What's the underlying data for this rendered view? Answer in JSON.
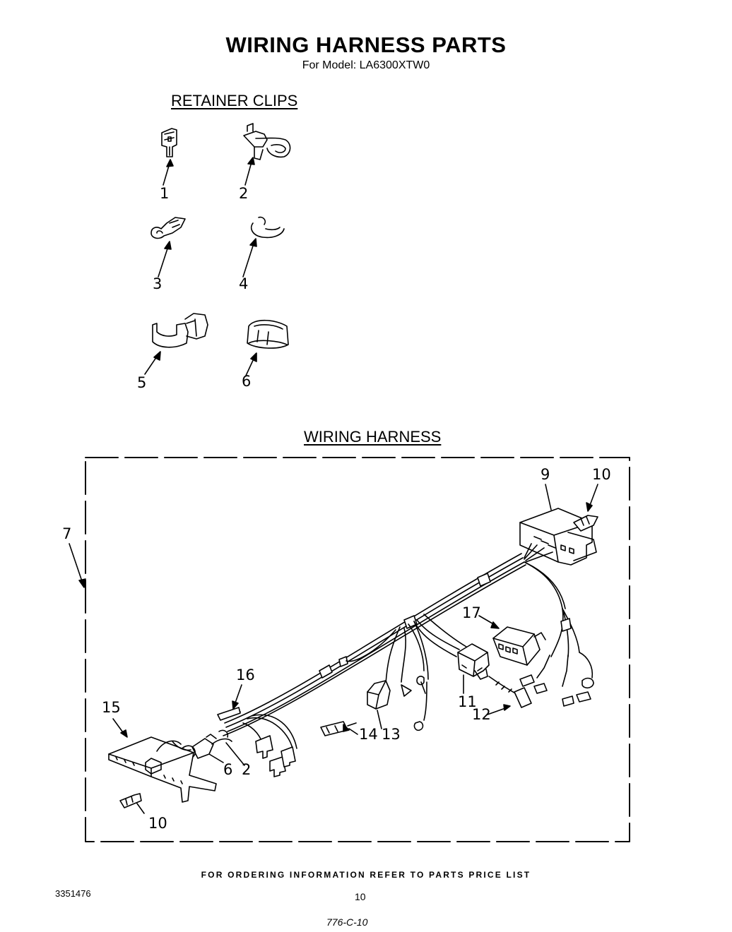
{
  "header": {
    "title": "WIRING HARNESS PARTS",
    "subtitle": "For Model: LA6300XTW0"
  },
  "sections": {
    "retainer_clips": "RETAINER CLIPS",
    "wiring_harness": "WIRING HARNESS"
  },
  "clip_callouts": [
    "1",
    "2",
    "3",
    "4",
    "5",
    "6"
  ],
  "harness_callouts": {
    "c7": "7",
    "c9": "9",
    "c10a": "10",
    "c17": "17",
    "c16": "16",
    "c15": "15",
    "c11": "11",
    "c12": "12",
    "c14": "14",
    "c13": "13",
    "c6": "6",
    "c2": "2",
    "c10b": "10"
  },
  "footer": {
    "note": "FOR ORDERING INFORMATION REFER TO PARTS PRICE LIST",
    "doc_number": "3351476",
    "page_number": "10",
    "handwritten": "776-C-10"
  }
}
